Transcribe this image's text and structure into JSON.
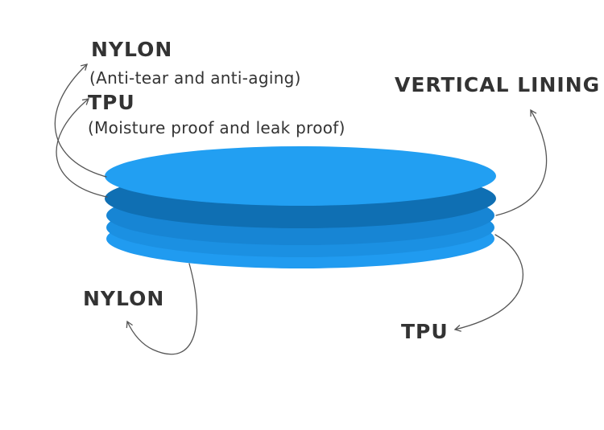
{
  "labels": {
    "top_nylon": {
      "title": "NYLON",
      "note": "(Anti-tear and anti-aging)"
    },
    "top_tpu": {
      "title": "TPU",
      "note": "(Moisture proof and leak proof)"
    },
    "vertical_lining": {
      "title": "VERTICAL LINING"
    },
    "bottom_nylon": {
      "title": "NYLON"
    },
    "bottom_tpu": {
      "title": "TPU"
    }
  },
  "colors": {
    "top_layer": "#229ff2",
    "dark_layer": "#0f6fb3",
    "mid_layer": "#1785d4",
    "lower_layer": "#1b90e2",
    "bottom_layer": "#209bf0",
    "arrow": "#555555",
    "text": "#333333"
  }
}
